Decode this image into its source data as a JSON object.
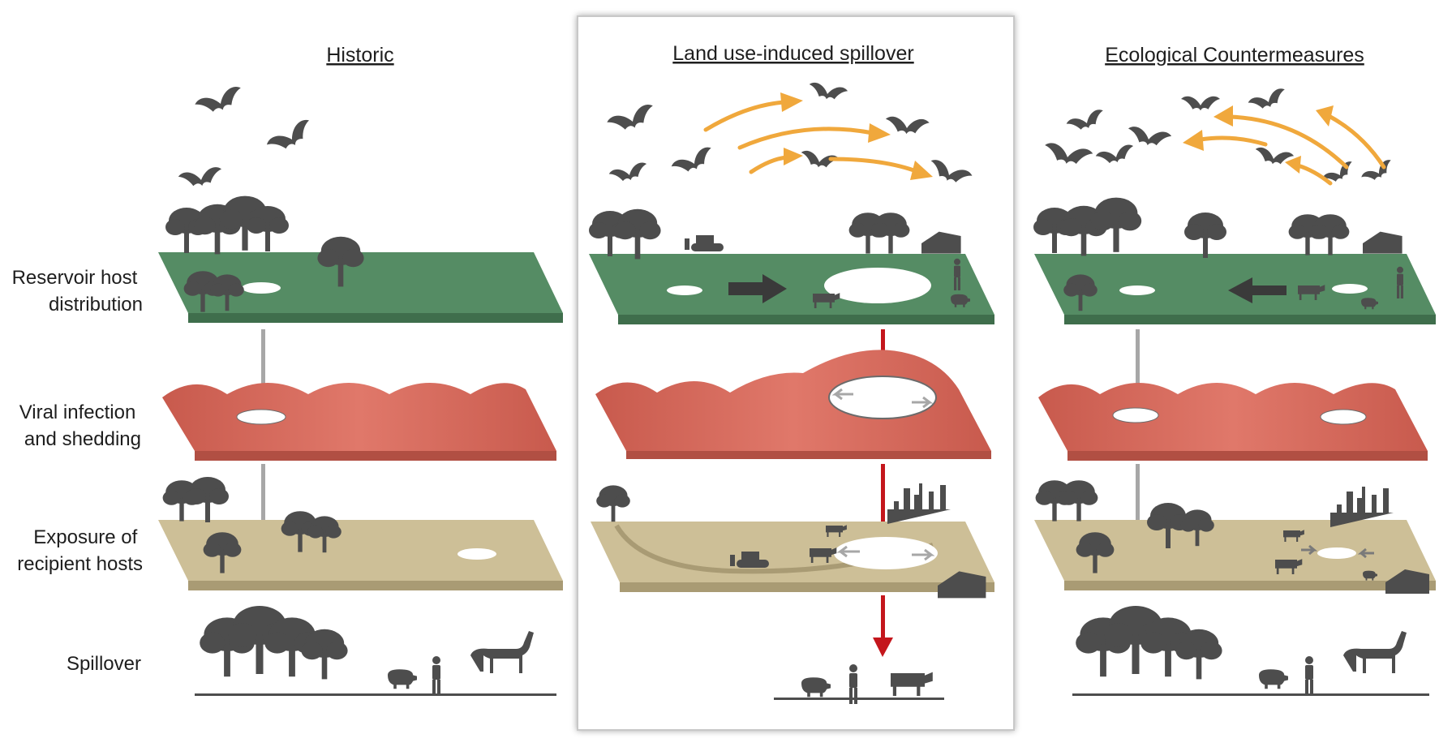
{
  "columns": [
    {
      "title": "Historic"
    },
    {
      "title": "Land use-induced spillover"
    },
    {
      "title": "Ecological Countermeasures"
    }
  ],
  "rows": [
    {
      "label": "Reservoir host distribution",
      "lines": [
        "Reservoir host",
        "distribution"
      ]
    },
    {
      "label": "Viral infection and shedding",
      "lines": [
        "Viral infection",
        "and shedding"
      ]
    },
    {
      "label": "Exposure of recipient hosts",
      "lines": [
        "Exposure of",
        "recipient hosts"
      ]
    },
    {
      "label": "Spillover",
      "lines": [
        "Spillover"
      ]
    }
  ],
  "colors": {
    "reservoir_layer": "#558c64",
    "reservoir_edge": "#3f6e4c",
    "viral_layer": "#d36a5c",
    "viral_edge": "#b14f43",
    "exposure_layer": "#cdbf97",
    "exposure_edge": "#a99b74",
    "silhouette": "#4d4d4d",
    "bat_flight_arrow": "#f0a83c",
    "spillover_arrow": "#c4161c",
    "historic_arrow": "#a7a7a7",
    "panel_border": "#c8c8c8"
  }
}
